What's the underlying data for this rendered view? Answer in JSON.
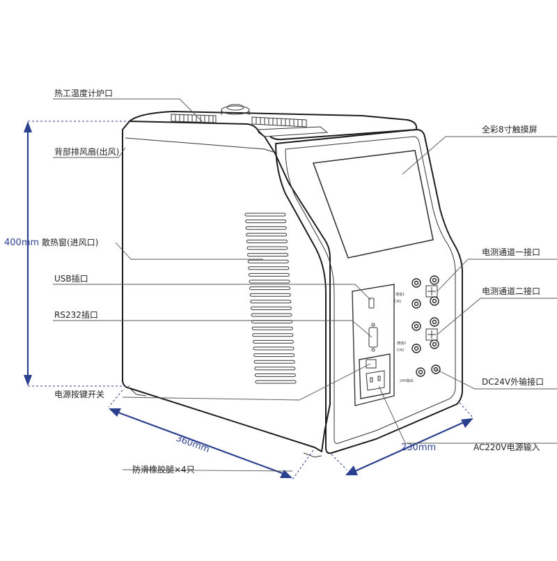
{
  "callouts": {
    "furnace_port": "热工温度计炉口",
    "rear_fan": "背部排风扇(出风)",
    "vent": "散热窗(进风口)",
    "usb": "USB插口",
    "rs232": "RS232插口",
    "power_switch": "电源按键开关",
    "rubber_feet": "防滑橡胶腿×4只",
    "touchscreen": "全彩8寸触摸屏",
    "ch1": "电测通道一接口",
    "ch2": "电测通道二接口",
    "dc24v": "DC24V外输接口",
    "ac220v": "AC220V电源输入"
  },
  "dimensions": {
    "height": "400mm",
    "width": "360mm",
    "depth": "230mm"
  },
  "panel_text": {
    "ch1_a": "通道1",
    "ch1_b": "CH1",
    "ch2_a": "通道2",
    "ch2_b": "CH2",
    "dc_out": "24V输出"
  },
  "colors": {
    "dimension": "#2b3f8f",
    "outline": "#1b1b1b",
    "background": "#ffffff"
  }
}
